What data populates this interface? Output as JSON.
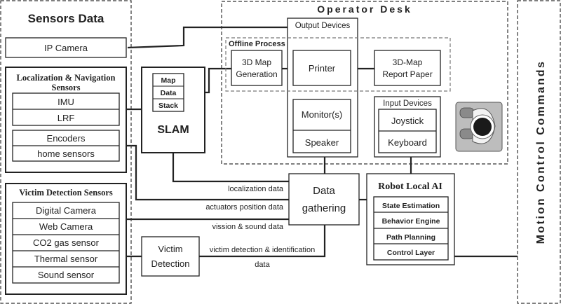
{
  "sensors_panel": {
    "title": "Sensors Data",
    "ip_camera": "IP Camera",
    "localization_group": {
      "title_line1": "Localization & Navigation",
      "title_line2": "Sensors",
      "items": [
        "IMU",
        "LRF",
        "Encoders",
        "home sensors"
      ]
    },
    "victim_group": {
      "title": "Victim Detection Sensors",
      "items": [
        "Digital Camera",
        "Web Camera",
        "CO2 gas sensor",
        "Thermal sensor",
        "Sound sensor"
      ]
    }
  },
  "slam": {
    "title": "SLAM",
    "items": [
      "Map",
      "Data",
      "Stack"
    ]
  },
  "victim_detection": {
    "line1": "Victim",
    "line2": "Detection"
  },
  "operator_desk": {
    "title": "Operator Desk",
    "output_devices": "Output Devices",
    "offline_process": "Offline Process",
    "map_generation_line1": "3D Map",
    "map_generation_line2": "Generation",
    "printer": "Printer",
    "report_line1": "3D-Map",
    "report_line2": "Report Paper",
    "monitor": "Monitor(s)",
    "speaker": "Speaker",
    "input_devices": "Input Devices",
    "joystick": "Joystick",
    "keyboard": "Keyboard"
  },
  "data_gathering": {
    "line1": "Data",
    "line2": "gathering"
  },
  "robot_ai": {
    "title": "Robot Local AI",
    "items": [
      "State Estimation",
      "Behavior Engine",
      "Path Planning",
      "Control Layer"
    ]
  },
  "motion_control": {
    "label": "Motion  Control  Commands"
  },
  "connections": {
    "localization": "localization data",
    "actuators": "actuators position data",
    "vission": "vission & sound data",
    "victim_line1": "victim detection & identification",
    "victim_line2": "data"
  }
}
